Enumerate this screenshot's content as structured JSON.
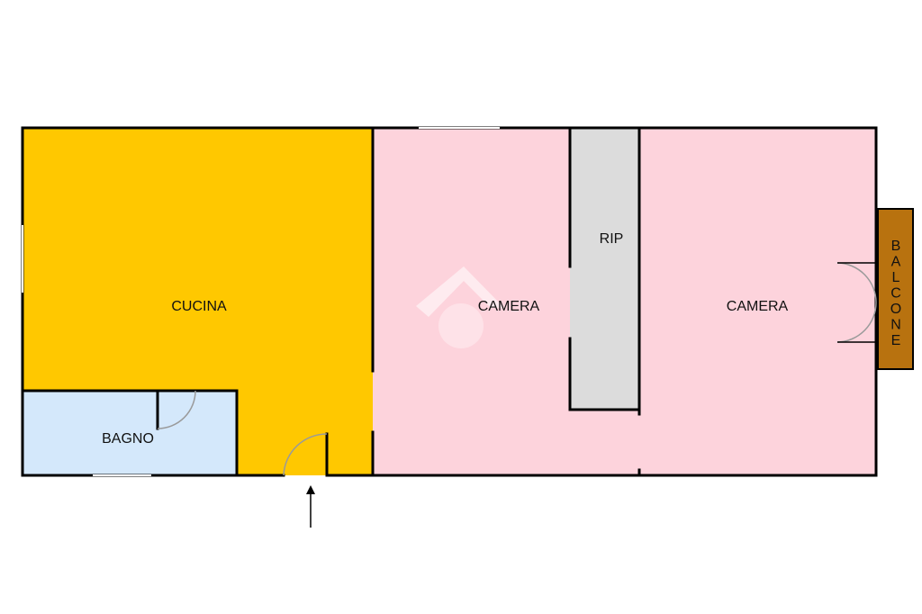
{
  "colors": {
    "cucina": "#ffc800",
    "bagno": "#d4e8fb",
    "camera": "#fdd3dc",
    "rip": "#dcdcdc",
    "balcone": "#b8720f",
    "wall": "#000000",
    "door_arc": "#9a9a9a"
  },
  "rooms": {
    "cucina": "CUCINA",
    "bagno": "BAGNO",
    "camera_1": "CAMERA",
    "camera_2": "CAMERA",
    "rip": "RIP",
    "balcone": "BALCONE"
  },
  "icons": [
    "entrance-arrow-icon",
    "watermark-logo-icon"
  ]
}
